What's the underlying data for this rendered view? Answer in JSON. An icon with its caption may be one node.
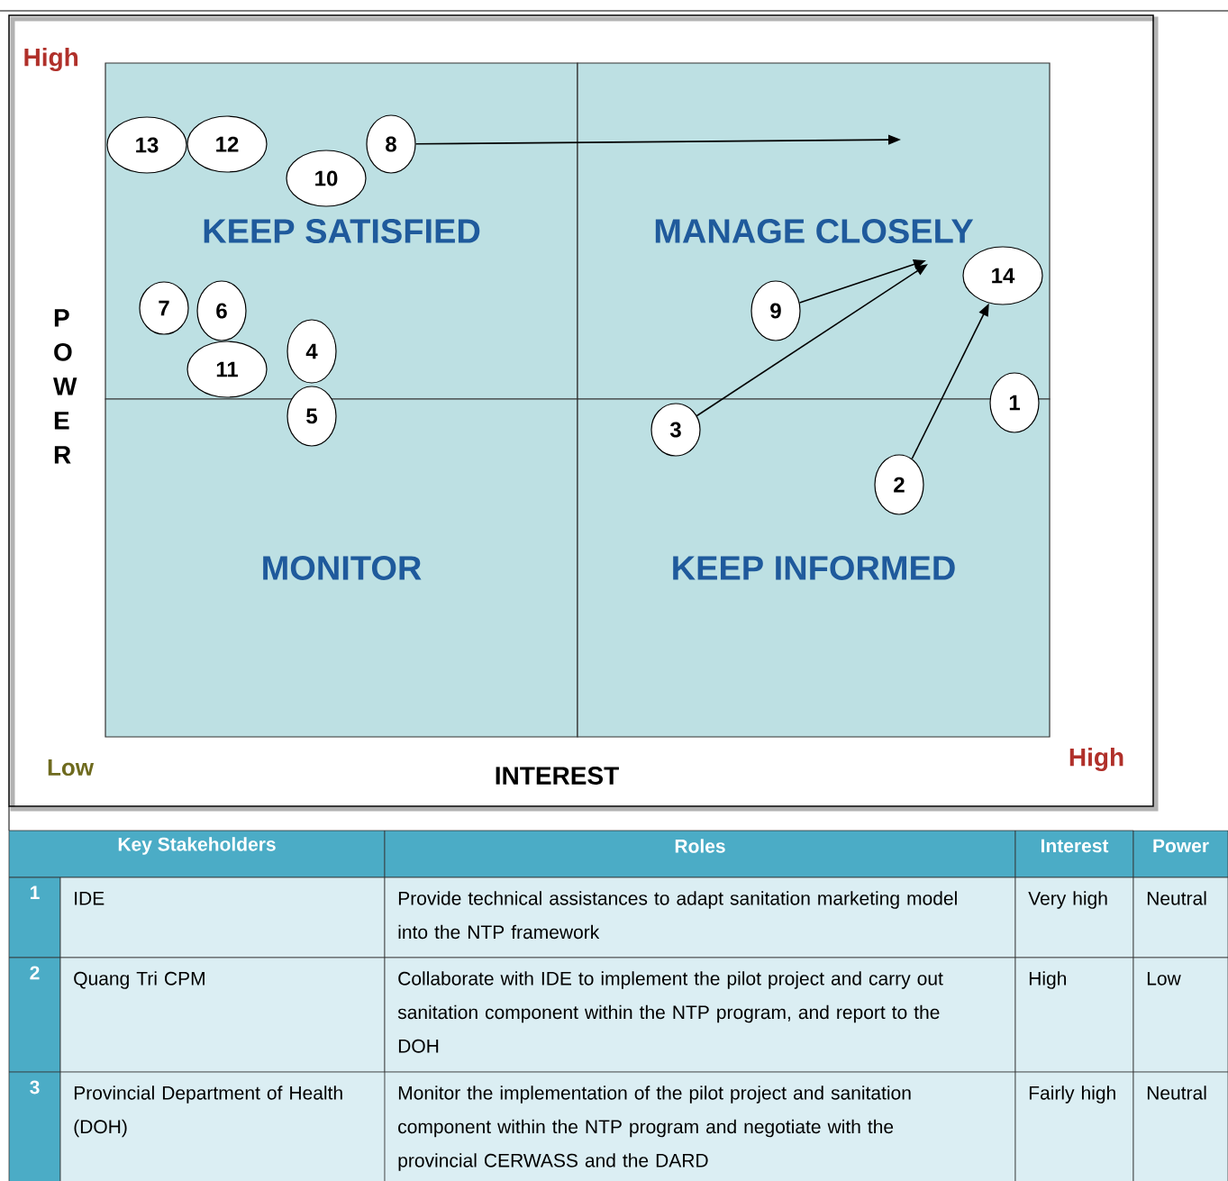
{
  "diagram": {
    "nodes": [
      {
        "text": [
          "KEEP SATISFIED"
        ]
      },
      {
        "text": [
          "MANAGE CLOSELY"
        ]
      },
      {
        "text": [
          "MONITOR"
        ]
      },
      {
        "text": [
          "KEEP INFORMED"
        ]
      },
      {
        "text": [
          "13"
        ],
        "in": 0
      },
      {
        "text": [
          "12"
        ],
        "in": 0
      },
      {
        "text": [
          "8"
        ],
        "in": 0
      },
      {
        "text": [
          "10"
        ],
        "in": 0
      },
      {
        "text": [
          "14"
        ],
        "in": 1
      },
      {
        "text": [
          "7"
        ],
        "in": 0
      },
      {
        "text": [
          "6"
        ],
        "in": 0
      },
      {
        "text": [
          "9"
        ],
        "in": 1
      },
      {
        "text": [
          "4"
        ],
        "in": 0
      },
      {
        "text": [
          "11"
        ],
        "in": 0
      },
      {
        "text": [
          "1"
        ]
      },
      {
        "text": [
          "5"
        ]
      },
      {
        "text": [
          "3"
        ],
        "in": 3
      },
      {
        "text": [
          "2"
        ],
        "in": 3
      }
    ],
    "edges": [
      {
        "from": 6,
        "to": null,
        "arrow": "to"
      },
      {
        "from": 11,
        "to": null,
        "arrow": "to"
      },
      {
        "from": 16,
        "to": null,
        "arrow": "to"
      },
      {
        "from": 17,
        "to": 8,
        "arrow": "to"
      }
    ],
    "labels": [
      "High",
      "POWER",
      "Low",
      "INTEREST",
      "High",
      "Key Stakeholders",
      "Roles",
      "Interest",
      "Power",
      "1",
      "IDE",
      "Provide technical assistances to adapt sanitation marketing model into the NTP framework",
      "Very high",
      "Neutral",
      "2",
      "Quang Tri CPM",
      "Collaborate with IDE to implement the pilot project and carry out sanitation component within the NTP program, and report to the DOH",
      "High",
      "Low",
      "3",
      "Provincial Department of Health (DOH)",
      "Monitor the implementation of the pilot project and sanitation component within the NTP program and negotiate with the provincial CERWASS and the DARD",
      "Fairly high",
      "Neutral"
    ]
  }
}
